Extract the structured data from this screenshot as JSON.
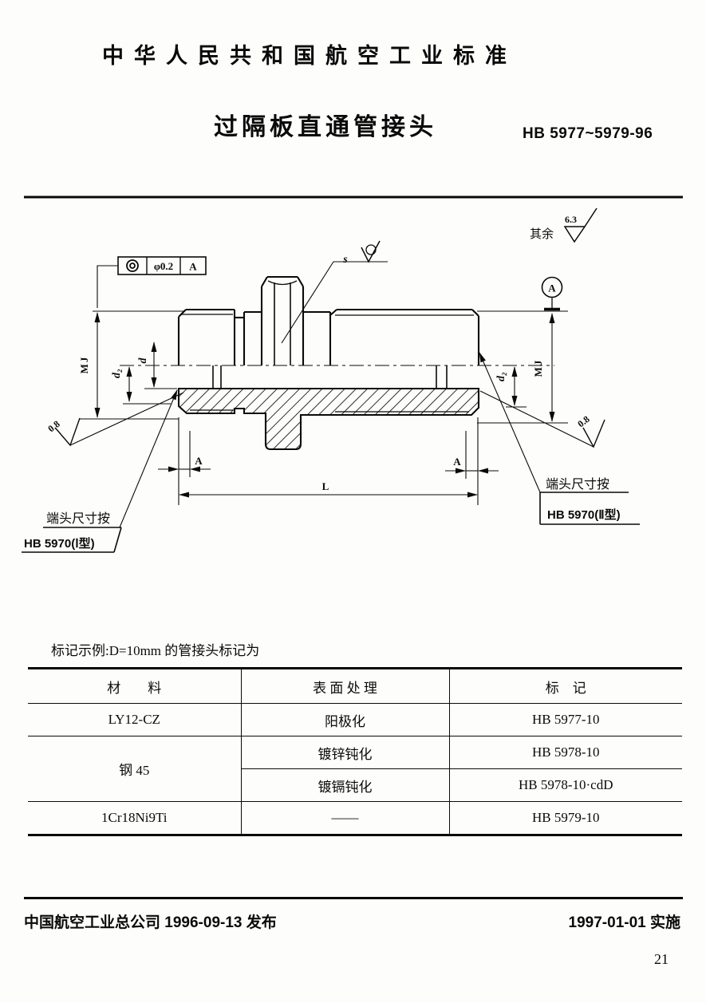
{
  "header": {
    "standard_name": "中华人民共和国航空工业标准",
    "title": "过隔板直通管接头",
    "standard_number": "HB 5977~5979-96"
  },
  "drawing": {
    "general_roughness": {
      "label": "其余",
      "value": "6.3"
    },
    "tolerance_frame": {
      "symbol": "concentricity",
      "value": "φ0.2",
      "datum": "A"
    },
    "surface_mark_s": "s",
    "datum_label": "A",
    "dimensions": {
      "mj_left": "MJ",
      "d2_left": "d₂",
      "d": "d",
      "d2_right": "d₂",
      "mj_right": "MJ",
      "a_left": "A",
      "a_right": "A",
      "length": "L"
    },
    "roughness_left": "0.8",
    "roughness_right": "0.8",
    "callout_left": {
      "line1": "端头尺寸按",
      "line2": "HB 5970(Ⅰ型)"
    },
    "callout_right": {
      "line1": "端头尺寸按",
      "line2": "HB 5970(Ⅱ型)"
    }
  },
  "example_note": "标记示例:D=10mm 的管接头标记为",
  "table": {
    "headers": {
      "material": "材　　料",
      "treatment": "表 面 处 理",
      "marking": "标　记"
    },
    "rows": [
      {
        "material": "LY12-CZ",
        "treatment": "阳极化",
        "marking": "HB 5977-10"
      },
      {
        "material": "钢 45",
        "treatment": "镀锌钝化",
        "marking": "HB 5978-10"
      },
      {
        "treatment": "镀镉钝化",
        "marking": "HB 5978-10·cdD"
      },
      {
        "material": "1Cr18Ni9Ti",
        "treatment": "——",
        "marking": "HB 5979-10"
      }
    ]
  },
  "footer": {
    "issued": "中国航空工业总公司 1996-09-13 发布",
    "effective": "1997-01-01 实施",
    "page_number": "21"
  }
}
